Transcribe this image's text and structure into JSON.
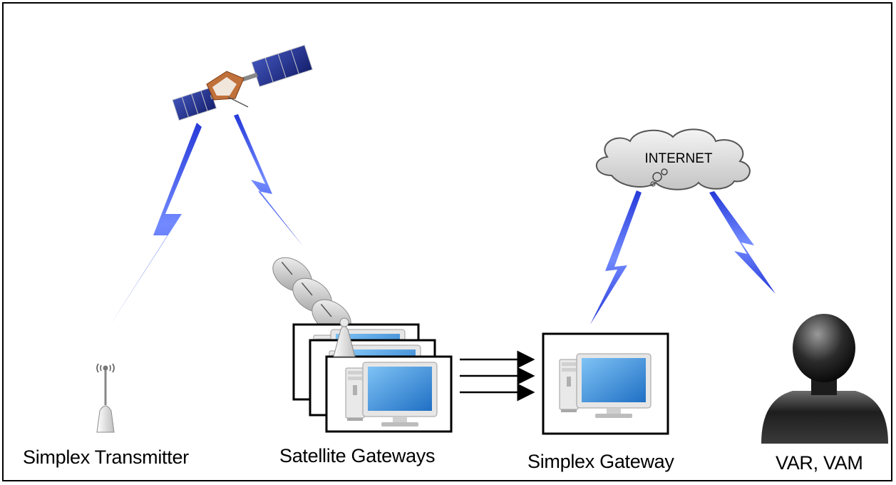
{
  "labels": {
    "transmitter": "Simplex Transmitter",
    "satellite_gateways": "Satellite Gateways",
    "simplex_gateway": "Simplex Gateway",
    "users": "VAR, VAM"
  },
  "cloud": {
    "text": "INTERNET"
  },
  "colors": {
    "lightning": "#2a3fe0",
    "screen": "#2f86d6",
    "panel": "#1f2f8a",
    "cloud": "#d8d8d8"
  }
}
